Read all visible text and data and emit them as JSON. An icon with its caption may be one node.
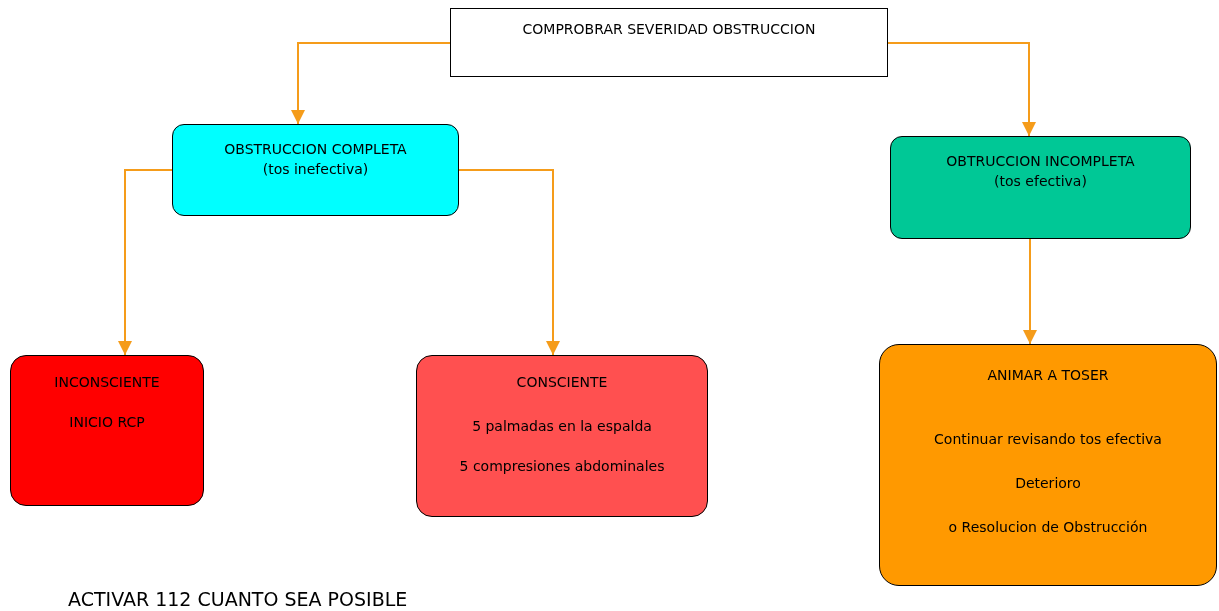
{
  "diagram": {
    "nodes": [
      {
        "text": [
          "COMPROBRAR SEVERIDAD OBSTRUCCION"
        ]
      },
      {
        "text": [
          "OBSTRUCCION COMPLETA",
          "(tos inefectiva)"
        ]
      },
      {
        "text": [
          "OBTRUCCION INCOMPLETA",
          "(tos efectiva)"
        ]
      },
      {
        "text": [
          "INCONSCIENTE",
          "INICIO RCP"
        ]
      },
      {
        "text": [
          "CONSCIENTE",
          "5 palmadas en la espalda",
          "5 compresiones abdominales"
        ]
      },
      {
        "text": [
          "ANIMAR A TOSER",
          "Continuar revisando tos efectiva",
          "Deterioro",
          "o Resolucion de Obstrucción"
        ]
      }
    ],
    "edges": [
      {
        "from": 0,
        "to": 1,
        "arrow": "to"
      },
      {
        "from": 0,
        "to": 2,
        "arrow": "to"
      },
      {
        "from": 1,
        "to": 3,
        "arrow": "to"
      },
      {
        "from": 1,
        "to": 4,
        "arrow": "to"
      },
      {
        "from": 2,
        "to": 5,
        "arrow": "to"
      }
    ],
    "labels": [
      "ACTIVAR 112 CUANTO SEA POSIBLE"
    ]
  }
}
